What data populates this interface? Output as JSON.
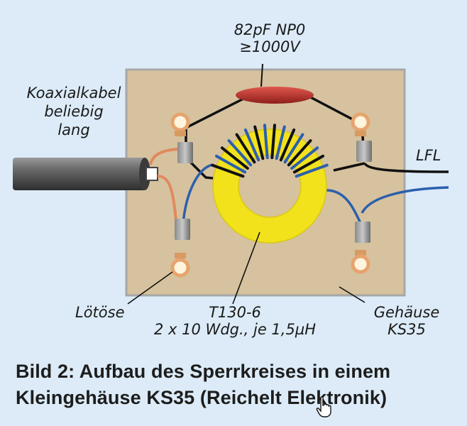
{
  "labels": {
    "capacitor_line1": "82pF NP0",
    "capacitor_line2": "≥1000V",
    "coax_line1": "Koaxialkabel",
    "coax_line2": "beliebig",
    "coax_line3": "lang",
    "lfl": "LFL",
    "lotose": "Lötöse",
    "core_line1": "T130-6",
    "core_line2": "2 x 10 Wdg., je 1,5µH",
    "housing_line1": "Gehäuse",
    "housing_line2": "KS35"
  },
  "caption": {
    "line1": "Bild 2: Aufbau des Sperrkreises in einem",
    "line2": "Kleingehäuse KS35 (Reichelt Elektronik)"
  },
  "colors": {
    "background": "#dcebf7",
    "housing": "#d6c29e",
    "toroid": "#f2e21c",
    "capacitor": "#c0302a",
    "wire_blue": "#2b5fae",
    "wire_copper": "#e08a5e"
  },
  "icons": [
    "hand-cursor-icon"
  ]
}
